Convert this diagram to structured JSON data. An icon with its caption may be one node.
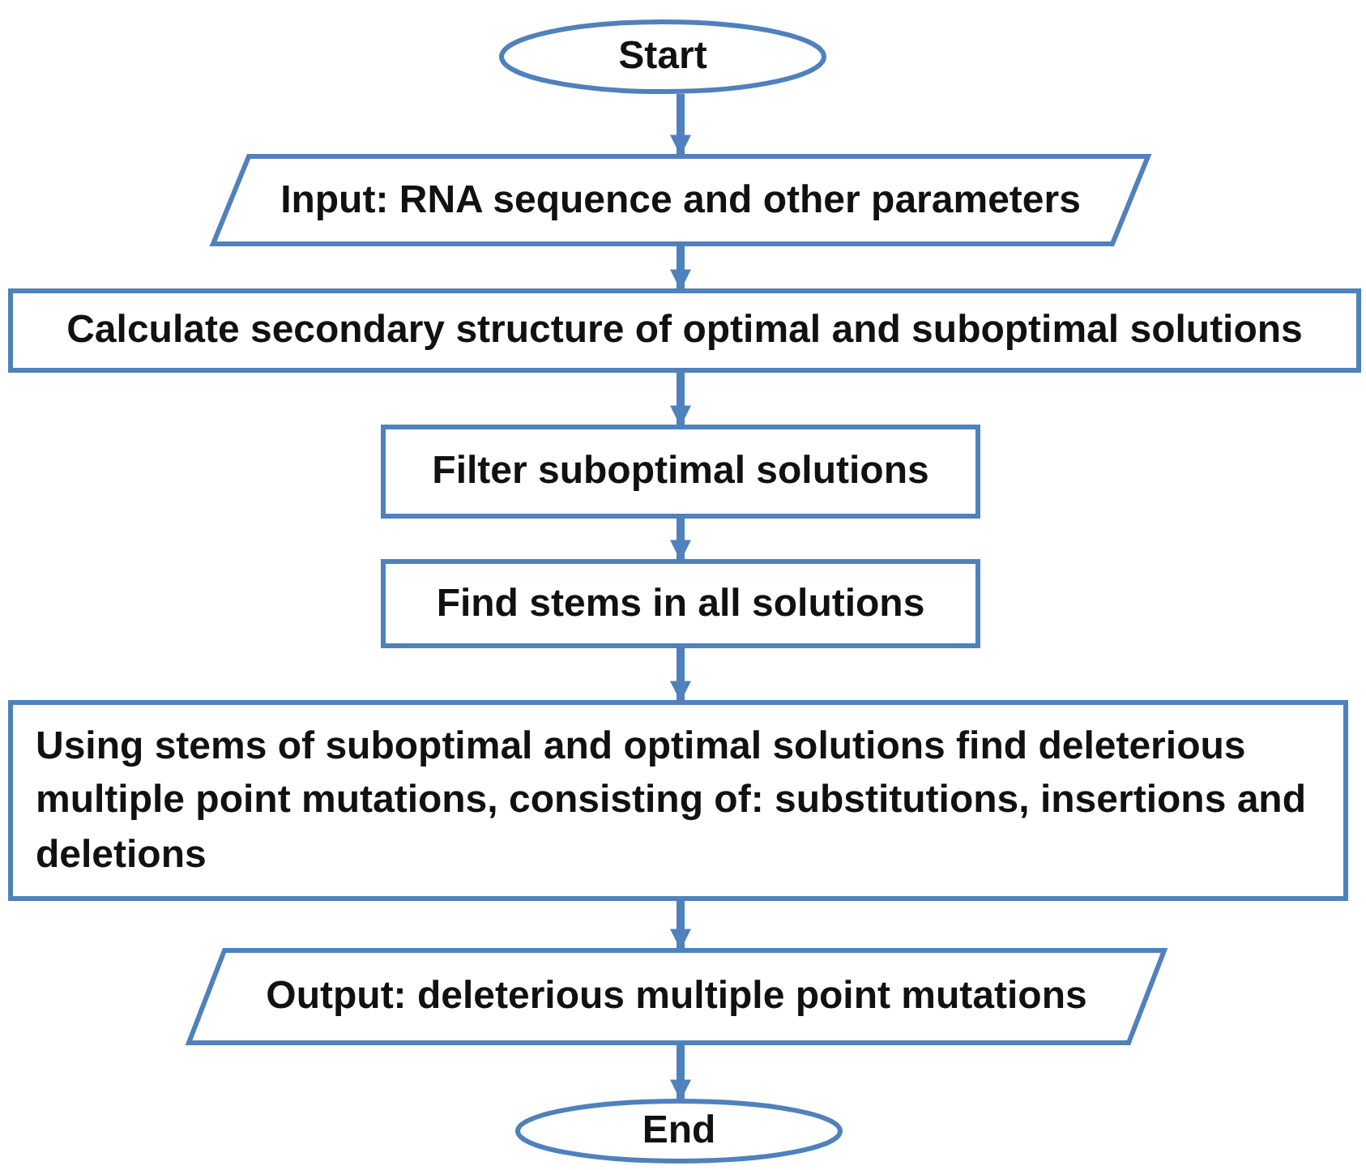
{
  "diagram": {
    "nodes": [
      {
        "text": [
          "Start"
        ]
      },
      {
        "text": [
          "Input: RNA sequence and other parameters"
        ]
      },
      {
        "text": [
          "Calculate secondary structure of optimal and suboptimal solutions"
        ]
      },
      {
        "text": [
          "Filter suboptimal solutions"
        ]
      },
      {
        "text": [
          "Find stems in all solutions"
        ]
      },
      {
        "text": [
          "Using stems of suboptimal and optimal solutions find deleterious multiple point mutations, consisting of: substitutions, insertions and deletions"
        ]
      },
      {
        "text": [
          "Output: deleterious multiple point mutations"
        ]
      },
      {
        "text": [
          "End"
        ]
      }
    ],
    "edges": [
      {
        "from": 0,
        "to": 1,
        "arrow": "to"
      },
      {
        "from": 1,
        "to": 2,
        "arrow": "to"
      },
      {
        "from": 2,
        "to": 3,
        "arrow": "to"
      },
      {
        "from": 3,
        "to": 4,
        "arrow": "to"
      },
      {
        "from": 4,
        "to": 5,
        "arrow": "to"
      },
      {
        "from": 5,
        "to": 6,
        "arrow": "to"
      },
      {
        "from": 6,
        "to": 7,
        "arrow": "to"
      }
    ]
  }
}
